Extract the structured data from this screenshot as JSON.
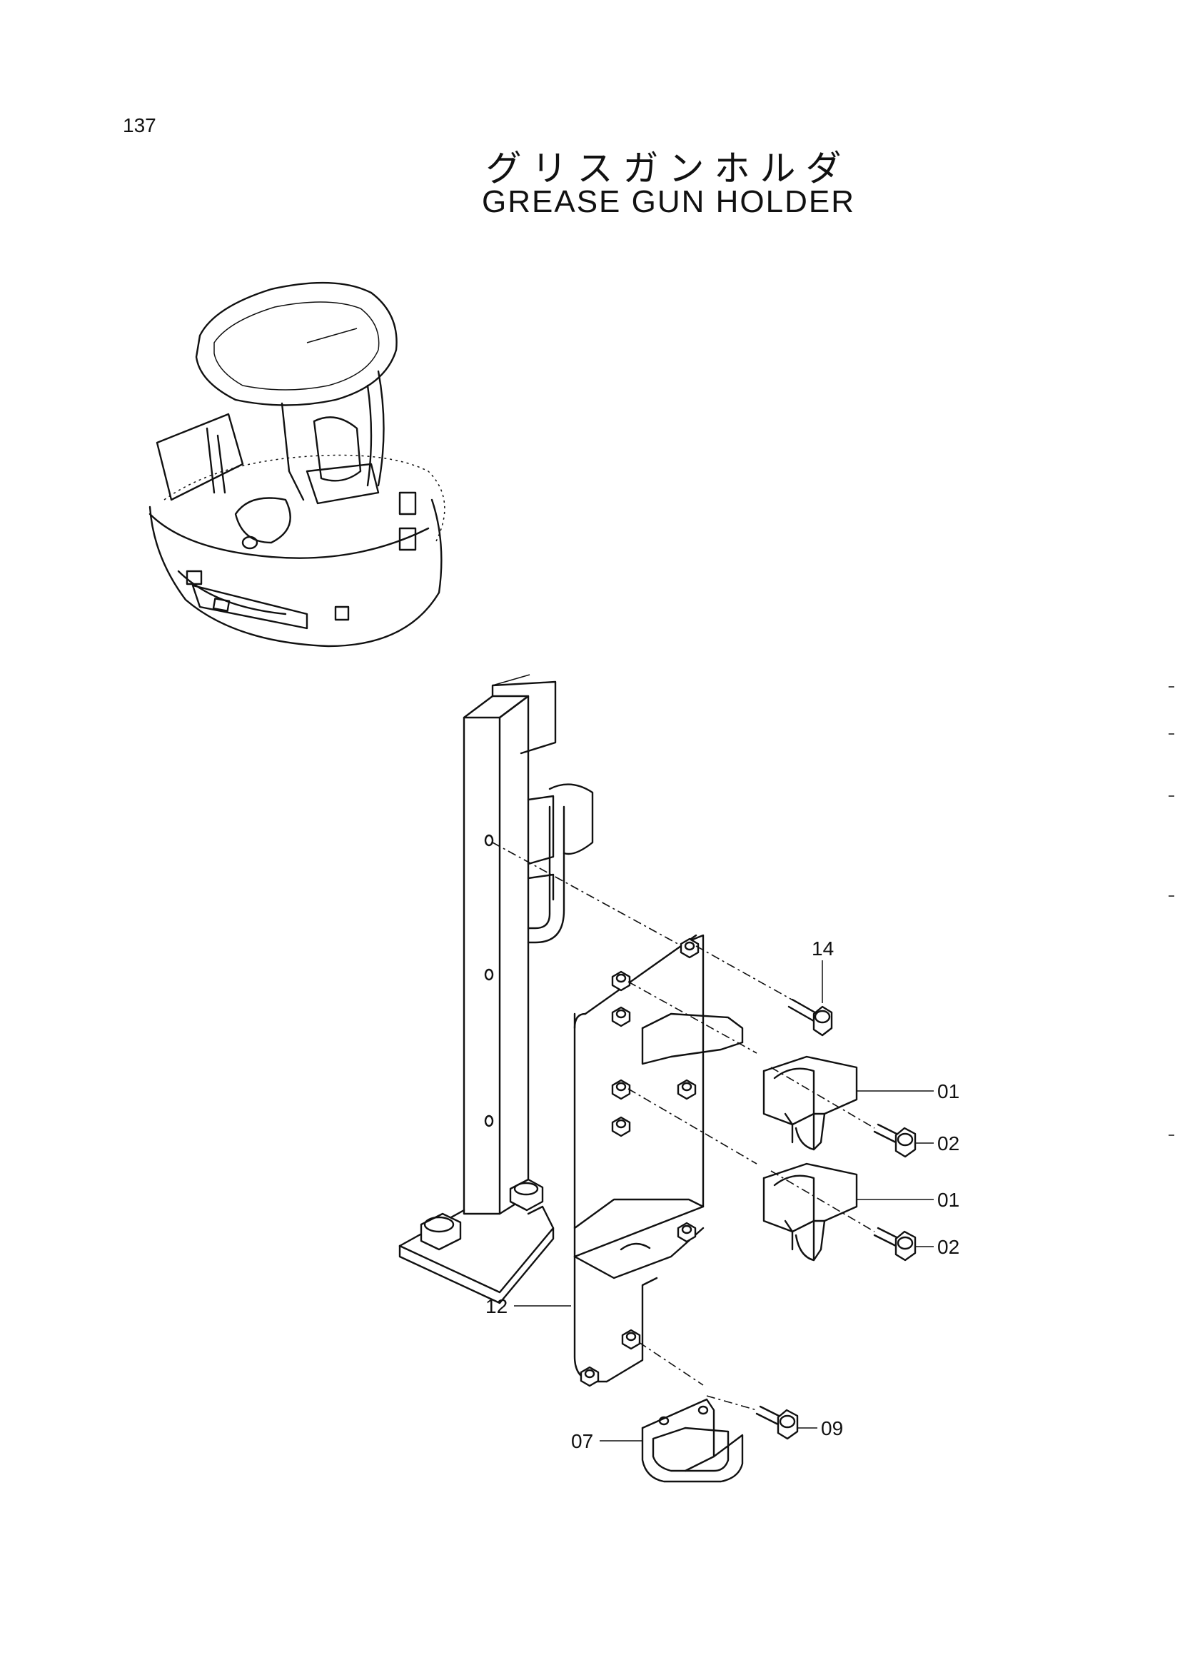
{
  "page": {
    "number": "137"
  },
  "title": {
    "japanese": "グリスガンホルダ",
    "english": "GREASE GUN HOLDER"
  },
  "callouts": [
    {
      "id": "14",
      "label": "14"
    },
    {
      "id": "01a",
      "label": "01"
    },
    {
      "id": "02a",
      "label": "02"
    },
    {
      "id": "01b",
      "label": "01"
    },
    {
      "id": "02b",
      "label": "02"
    },
    {
      "id": "12",
      "label": "12"
    },
    {
      "id": "07",
      "label": "07"
    },
    {
      "id": "09",
      "label": "09"
    }
  ]
}
